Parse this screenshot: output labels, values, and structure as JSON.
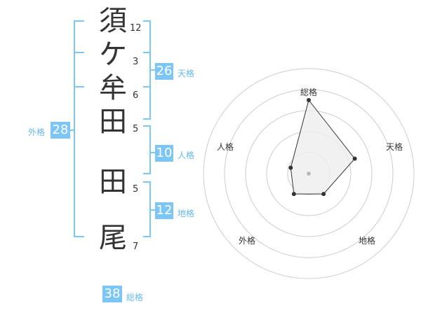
{
  "name": {
    "chars": [
      "須",
      "ケ",
      "牟",
      "田",
      "田",
      "尾"
    ],
    "strokes": [
      "12",
      "3",
      "6",
      "5",
      "5",
      "7"
    ]
  },
  "scores": {
    "tenkaku": {
      "value": "26",
      "label": "天格"
    },
    "jinkaku": {
      "value": "10",
      "label": "人格"
    },
    "chikaku": {
      "value": "12",
      "label": "地格"
    },
    "gaikaku": {
      "value": "28",
      "label": "外格"
    },
    "soukaku": {
      "value": "38",
      "label": "総格"
    }
  },
  "radar": {
    "axes": [
      "総格",
      "天格",
      "地格",
      "外格",
      "人格"
    ],
    "levels": 5,
    "values": [
      3.5,
      2.3,
      1.2,
      1.2,
      0.9
    ],
    "colors": {
      "line": "#333333",
      "fill": "#eeeeee",
      "grid": "#cccccc",
      "center": "#bbbbbb"
    }
  },
  "colors": {
    "accent": "#7cc6f6",
    "bracket": "#7cc6f6"
  }
}
